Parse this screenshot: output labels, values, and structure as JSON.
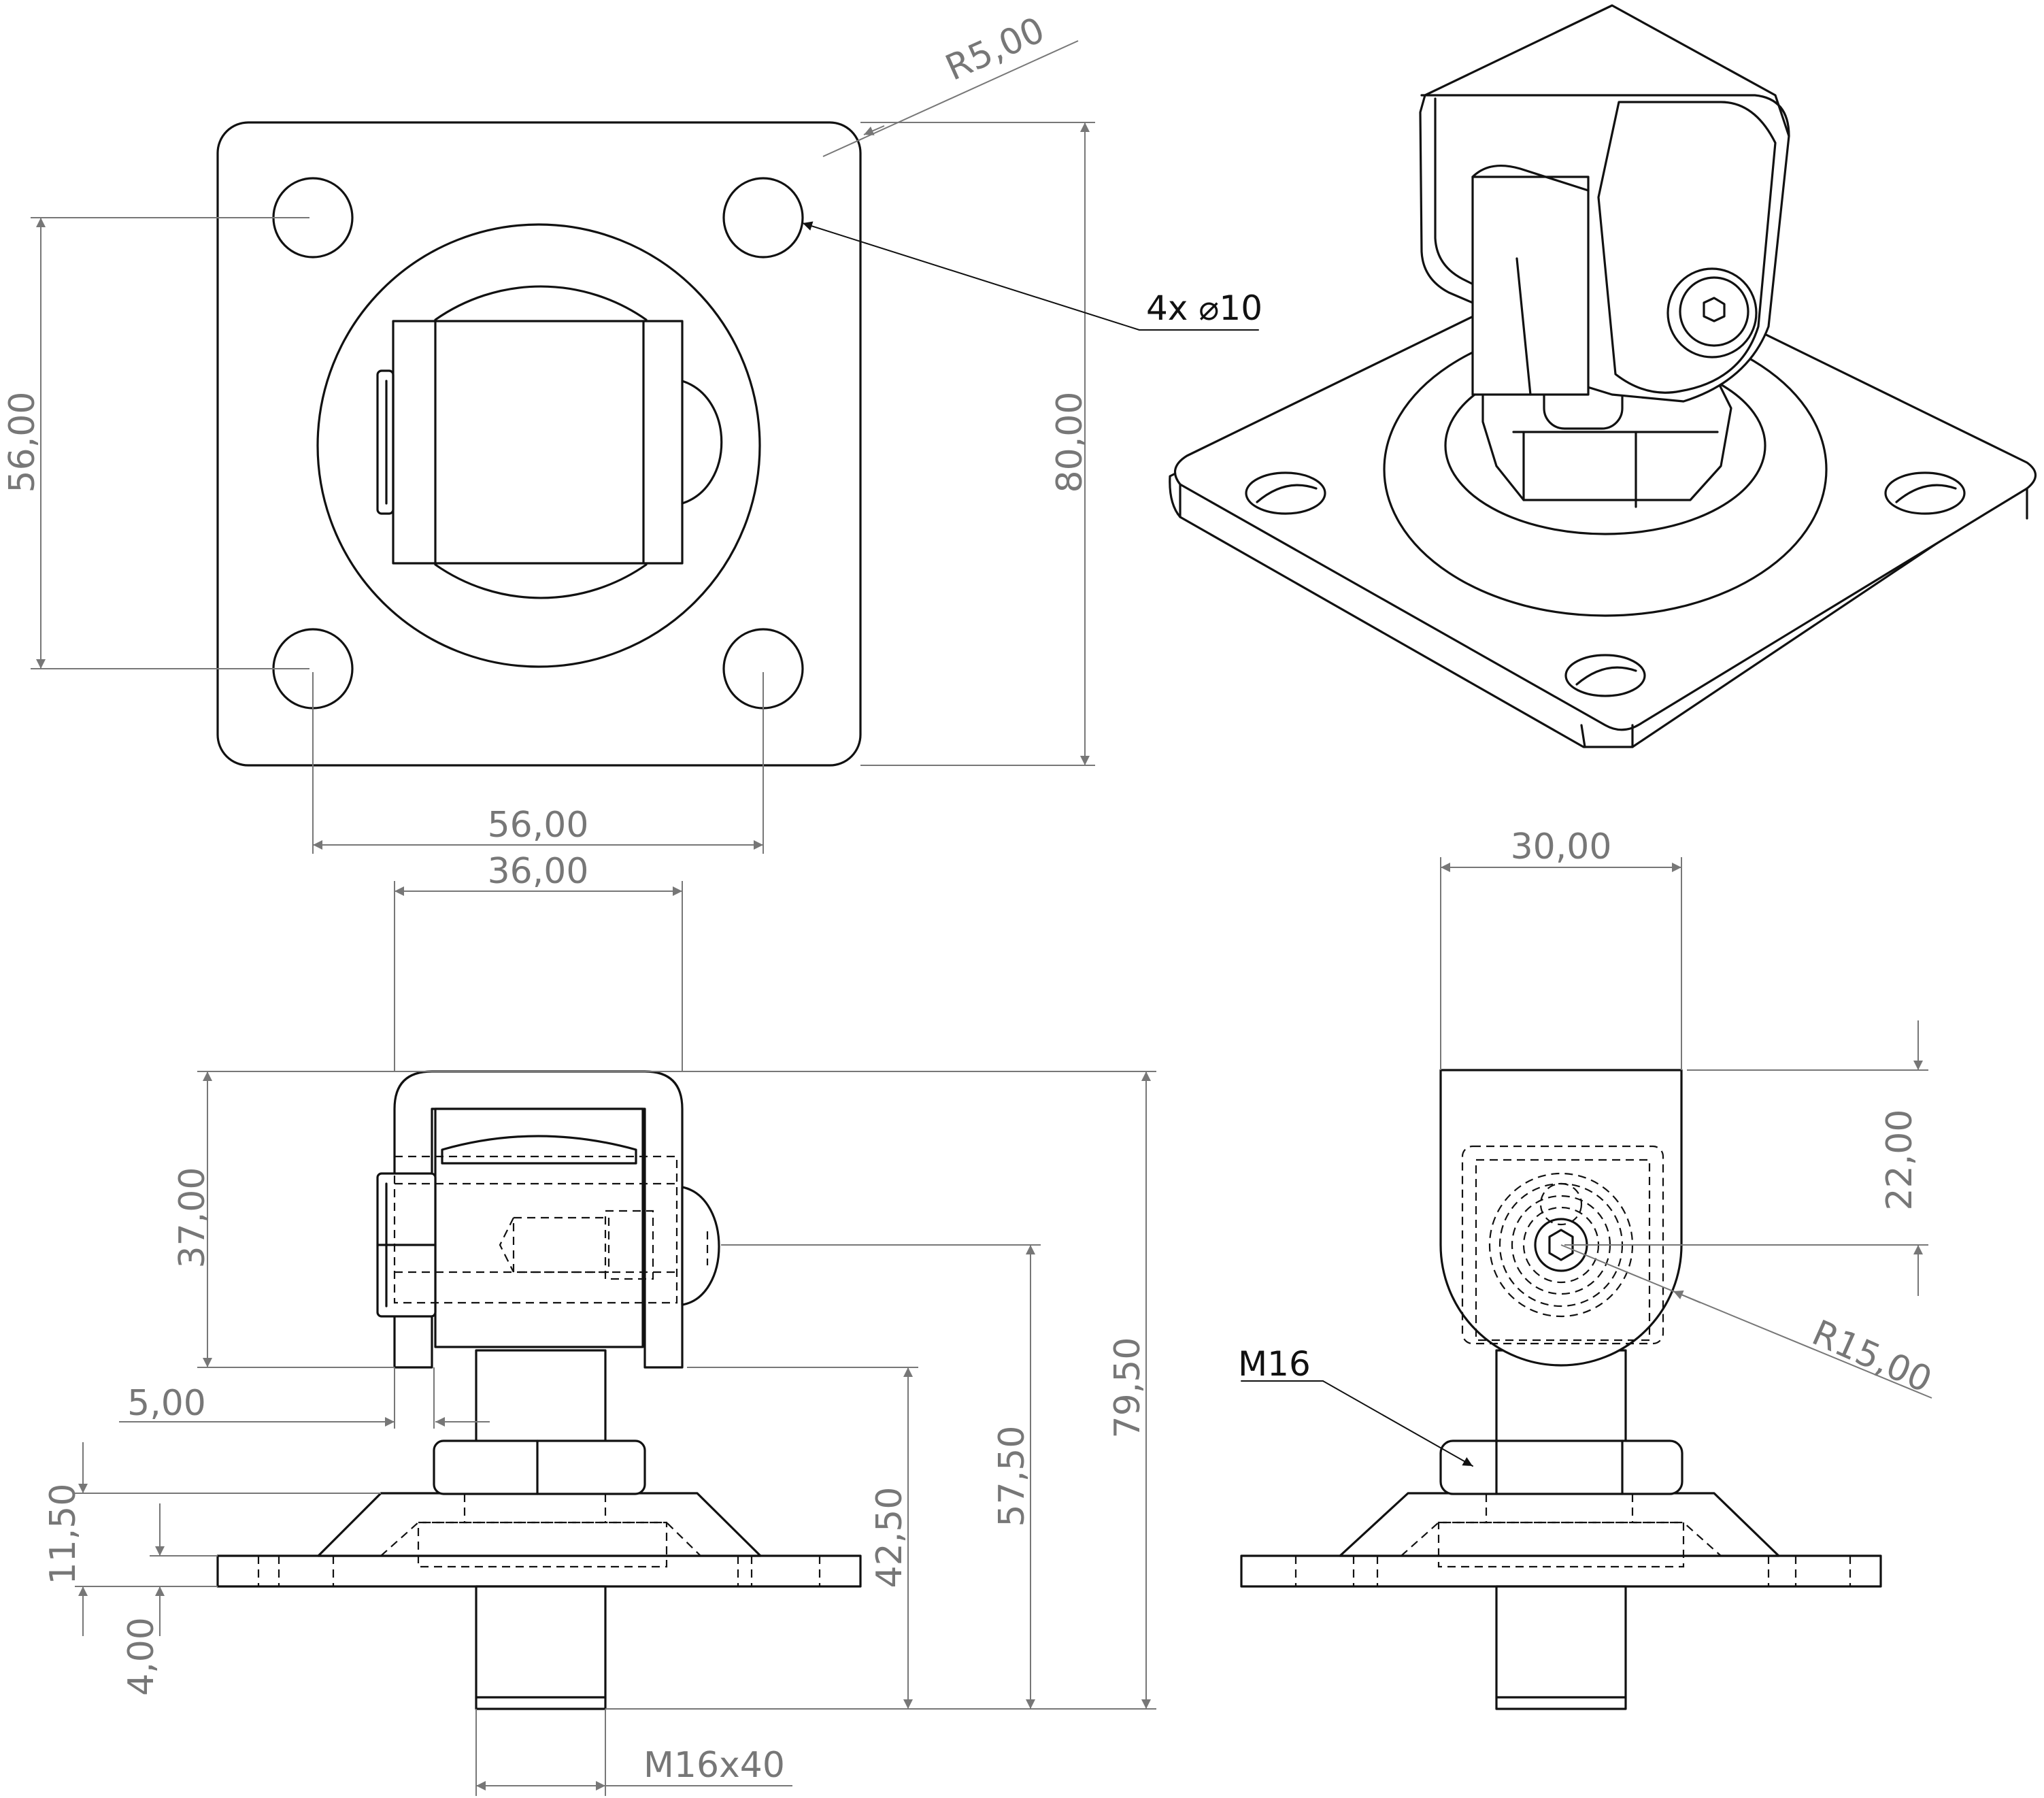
{
  "top_view": {
    "radius": "R5,00",
    "vertical_hole_spacing": "56,00",
    "plate_height": "80,00",
    "horizontal_hole_spacing": "56,00",
    "holes": "4x ⌀10"
  },
  "front_view": {
    "body_width": "36,00",
    "bracket_height": "37,00",
    "total_height": "79,50",
    "offset": "5,00",
    "plate_thickness_raised": "11,50",
    "plate_thickness": "4,00",
    "stem_height": "42,50",
    "pin_height": "57,50",
    "thread": "M16x40"
  },
  "side_view": {
    "width": "30,00",
    "top_height": "22,00",
    "radius": "R15,00",
    "nut_thread": "M16"
  }
}
